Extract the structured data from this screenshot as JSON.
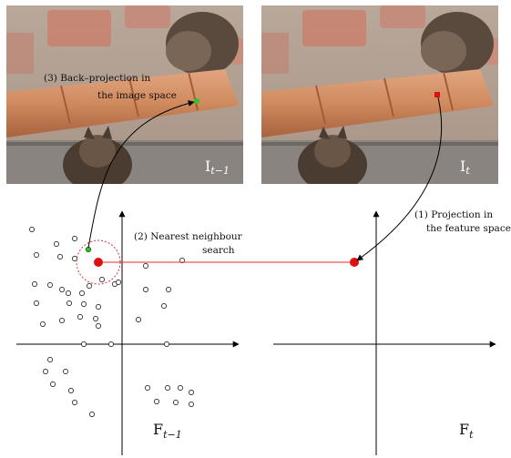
{
  "images": {
    "previous": {
      "label_main": "I",
      "label_sub": "t−1"
    },
    "current": {
      "label_main": "I",
      "label_sub": "t"
    }
  },
  "annotations": {
    "back_projection": [
      "(3) Back–projection in",
      "the image space"
    ],
    "nearest_neighbour": [
      "(2) Nearest neighbour",
      "search"
    ],
    "projection": [
      "(1) Projection in",
      "the feature space"
    ]
  },
  "feature_spaces": {
    "previous": {
      "label_main": "F",
      "label_sub": "t−1"
    },
    "current": {
      "label_main": "F",
      "label_sub": "t"
    }
  },
  "colors": {
    "match_line": "#e03030",
    "query_point": "#e01010",
    "matched_point": "#22cc22",
    "search_circle": "#e03030",
    "axis": "#000000"
  }
}
